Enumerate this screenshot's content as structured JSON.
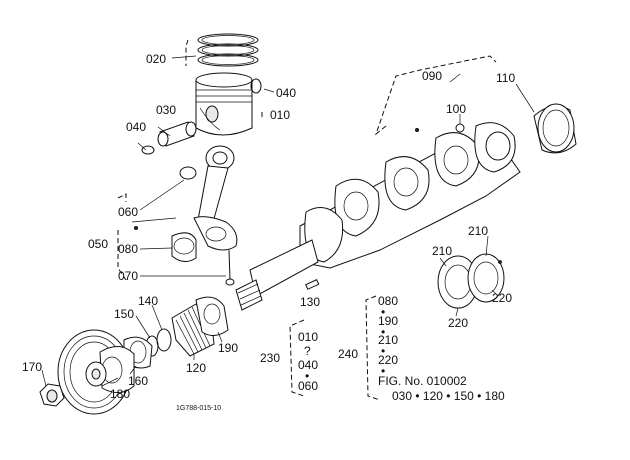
{
  "labels": {
    "p020": "020",
    "p040a": "040",
    "p010": "010",
    "p030": "030",
    "p040b": "040",
    "p060": "060",
    "p050": "050",
    "p080": "080",
    "p070": "070",
    "p090": "090",
    "p100": "100",
    "p110": "110",
    "p210a": "210",
    "p210b": "210",
    "p220a": "220",
    "p220b": "220",
    "p130": "130",
    "p140": "140",
    "p150": "150",
    "p120": "120",
    "p190": "190",
    "p160": "160",
    "p170": "170",
    "p180": "180",
    "p230": "230",
    "p240": "240"
  },
  "group230": {
    "from": "010",
    "sep": "?",
    "to": "040",
    "bullet": "•",
    "plus": "060"
  },
  "group240": {
    "i1": "080",
    "i2": "190",
    "i3": "210",
    "i4": "220",
    "bullet": "•"
  },
  "fig": {
    "title": "FIG. No. 010002",
    "parts": "030 • 120 • 150 • 180"
  },
  "drawing_code": "1G788-015-10"
}
